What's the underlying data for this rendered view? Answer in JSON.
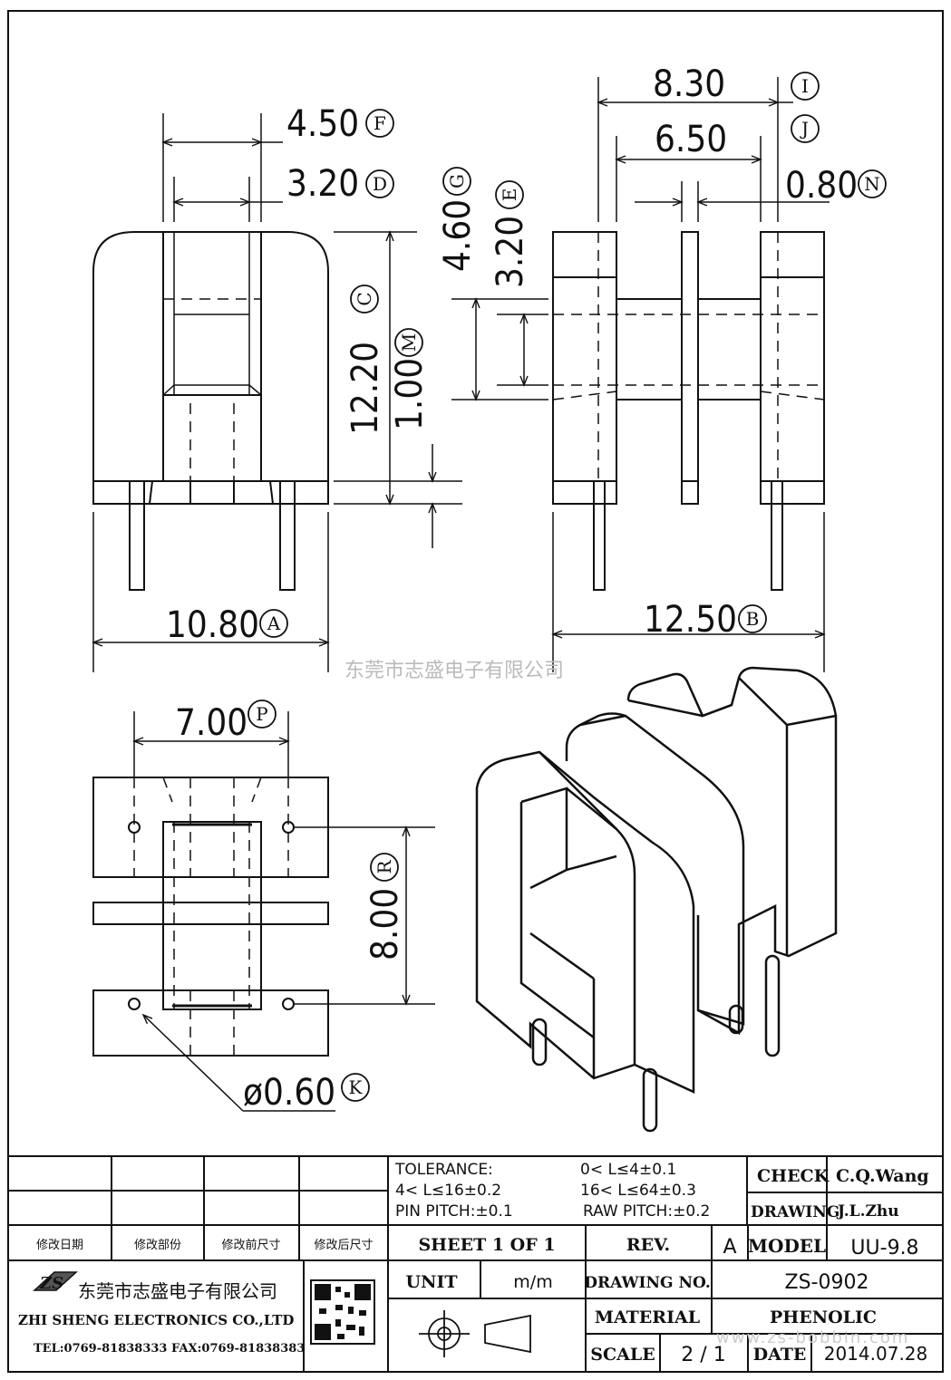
{
  "dims": {
    "f": {
      "value": "4.50",
      "mark": "F"
    },
    "d": {
      "value": "3.20",
      "mark": "D"
    },
    "i": {
      "value": "8.30",
      "mark": "I"
    },
    "j": {
      "value": "6.50",
      "mark": "J"
    },
    "n": {
      "value": "0.80",
      "mark": "N"
    },
    "g": {
      "value": "4.60",
      "mark": "G"
    },
    "e": {
      "value": "3.20",
      "mark": "E"
    },
    "c": {
      "value": "12.20",
      "mark": "C"
    },
    "m": {
      "value": "1.00",
      "mark": "M"
    },
    "a": {
      "value": "10.80",
      "mark": "A"
    },
    "b": {
      "value": "12.50",
      "mark": "B"
    },
    "p": {
      "value": "7.00",
      "mark": "P"
    },
    "r": {
      "value": "8.00",
      "mark": "R"
    },
    "k": {
      "value": "ø0.60",
      "mark": "K"
    }
  },
  "watermark": "东莞市志盛电子有限公司",
  "watermark_url": "www.zs-bobbin.com",
  "title_block": {
    "tolerance_label": "TOLERANCE:",
    "tol1": "0< L≤4±0.1",
    "tol2": "4< L≤16±0.2",
    "tol3": "16< L≤64±0.3",
    "pin_pitch": "PIN PITCH:±0.1",
    "raw_pitch": "RAW PITCH:±0.2",
    "check_label": "CHECK",
    "check_value": "C.Q.Wang",
    "drawing_label": "DRAWING",
    "drawing_value": "J.L.Zhu",
    "rev_cols": [
      "修改日期",
      "修改部份",
      "修改前尺寸",
      "修改后尺寸"
    ],
    "sheet": "SHEET 1 OF 1",
    "rev_label": "REV.",
    "rev_value": "A",
    "model_label": "MODEL",
    "model_value": "UU-9.8",
    "company_logo": "ZS",
    "company_cn": "东莞市志盛电子有限公司",
    "company_en": "ZHI SHENG ELECTRONICS CO.,LTD",
    "contact": "TEL:0769-81838333 FAX:0769-81838383",
    "unit_label": "UNIT",
    "unit_value": "m/m",
    "drawing_no_label": "DRAWING NO.",
    "drawing_no_value": "ZS-0902",
    "material_label": "MATERIAL",
    "material_value": "PHENOLIC",
    "scale_label": "SCALE",
    "scale_value": "2 / 1",
    "date_label": "DATE",
    "date_value": "2014.07.28"
  }
}
